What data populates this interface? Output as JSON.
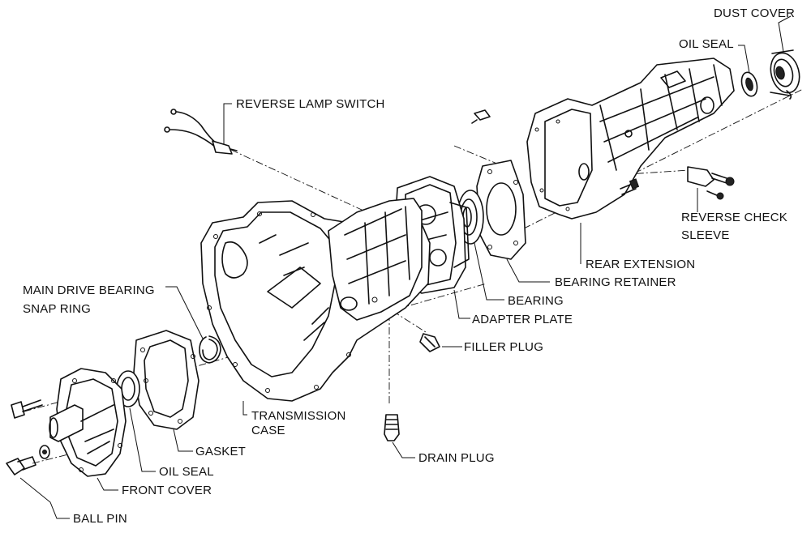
{
  "labels": {
    "dust_cover": "DUST COVER",
    "oil_seal_rear": "OIL SEAL",
    "reverse_lamp_switch": "REVERSE LAMP SWITCH",
    "reverse_check_sleeve_1": "REVERSE CHECK",
    "reverse_check_sleeve_2": "SLEEVE",
    "rear_extension": "REAR EXTENSION",
    "bearing_retainer": "BEARING RETAINER",
    "bearing": "BEARING",
    "adapter_plate": "ADAPTER PLATE",
    "filler_plug": "FILLER PLUG",
    "main_drive_bearing_1": "MAIN DRIVE BEARING",
    "main_drive_bearing_2": "SNAP RING",
    "transmission_case_1": "TRANSMISSION",
    "transmission_case_2": "CASE",
    "gasket": "GASKET",
    "drain_plug": "DRAIN PLUG",
    "oil_seal_front": "OIL SEAL",
    "front_cover": "FRONT COVER",
    "ball_pin": "BALL PIN"
  }
}
